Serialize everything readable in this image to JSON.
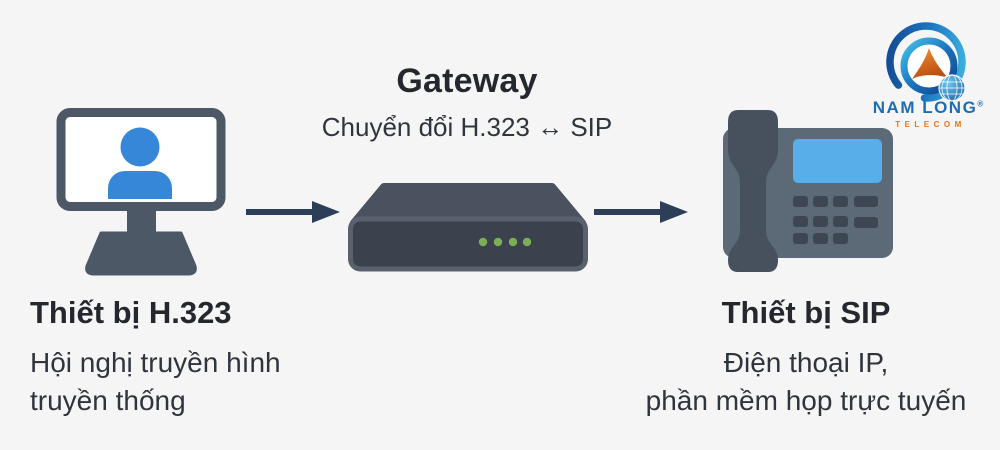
{
  "page": {
    "background": "#f5f5f6"
  },
  "brand": {
    "name": "NAM LONG",
    "registered_mark": "®",
    "tagline": "TELECOM"
  },
  "gateway": {
    "title": "Gateway",
    "subtitle": "Chuyển đổi H.323 ↔ SIP",
    "icon": "gateway-device-icon",
    "led_count": 4
  },
  "left_device": {
    "title": "Thiết bị H.323",
    "description_line1": "Hội nghị truyền hình",
    "description_line2": "truyền thống",
    "icon": "video-conference-monitor-icon"
  },
  "right_device": {
    "title": "Thiết bị SIP",
    "description_line1": "Điện thoại IP,",
    "description_line2": "phần mềm họp trực tuyến",
    "icon": "ip-phone-icon"
  },
  "flow": {
    "arrow_left_to_gateway": "arrow-right-icon",
    "arrow_gateway_to_right": "arrow-right-icon"
  },
  "colors": {
    "background": "#f5f5f6",
    "title_text": "#24282e",
    "body_text": "#30353d",
    "arrow": "#2d3e59",
    "device_gray": "#4c5866",
    "person_blue": "#3787d8",
    "gateway_body": "#4a5260",
    "gateway_panel": "#3b424e",
    "gateway_panel_border": "#59616e",
    "led_green": "#7cae58",
    "phone_body": "#5c6977",
    "phone_handset": "#47515e",
    "phone_screen": "#58aee8",
    "phone_keys": "#3e4653",
    "logo_blue": "#1e6db2",
    "logo_orange": "#e8761c"
  }
}
